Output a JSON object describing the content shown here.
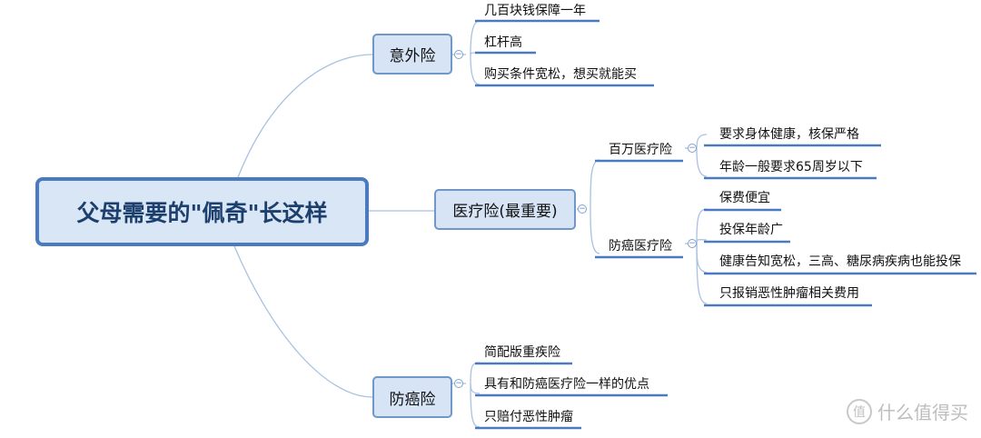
{
  "root": {
    "label": "父母需要的\"佩奇\"长这样"
  },
  "branches": {
    "accident": {
      "label": "意外险",
      "items": [
        "几百块钱保障一年",
        "杠杆高",
        "购买条件宽松，想买就能买"
      ]
    },
    "medical": {
      "label": "医疗险(最重要)",
      "million": {
        "label": "百万医疗险",
        "items": [
          "要求身体健康，核保严格",
          "年龄一般要求65周岁以下"
        ]
      },
      "cancer_medical": {
        "label": "防癌医疗险",
        "items": [
          "保费便宜",
          "投保年龄广",
          "健康告知宽松，三高、糖尿病疾病也能投保",
          "只报销恶性肿瘤相关费用"
        ]
      }
    },
    "cancer": {
      "label": "防癌险",
      "items": [
        "简配版重疾险",
        "具有和防癌医疗险一样的优点",
        "只赔付恶性肿瘤"
      ]
    }
  },
  "collapse_symbol": "−",
  "watermark": {
    "icon_text": "值",
    "text": "什么值得买"
  },
  "colors": {
    "line": "#a9c1e2",
    "underline": "#4a7bc0",
    "node_fill": "#d6e4f5",
    "node_border": "#6f97c8"
  }
}
